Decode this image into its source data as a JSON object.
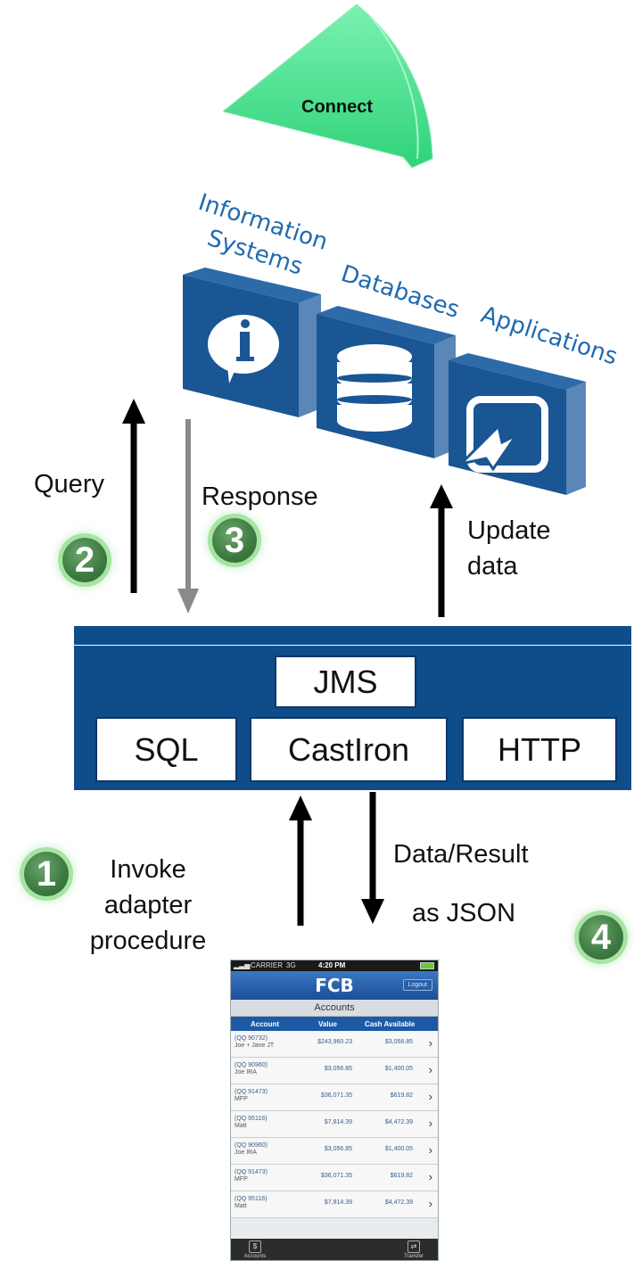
{
  "connect": {
    "label": "Connect"
  },
  "systems": {
    "info_line1": "Information",
    "info_line2": "Systems",
    "databases": "Databases",
    "applications": "Applications"
  },
  "arrows": {
    "query": "Query",
    "response": "Response",
    "update_line1": "Update",
    "update_line2": "data",
    "invoke_line1": "Invoke",
    "invoke_line2": "adapter",
    "invoke_line3": "procedure",
    "result_line1": "Data/Result",
    "result_line2": "as JSON"
  },
  "steps": {
    "s1": "1",
    "s2": "2",
    "s3": "3",
    "s4": "4"
  },
  "adapters": {
    "jms": "JMS",
    "sql": "SQL",
    "castiron": "CastIron",
    "http": "HTTP"
  },
  "colors": {
    "panel": "#0f4d8a",
    "cube": "#1a5594",
    "label_blue": "#1f6ab0",
    "connect_green": "#3fe08a",
    "step_green": "#3c7a40"
  },
  "phone": {
    "carrier": "CARRIER",
    "network": "3G",
    "time": "4:20 PM",
    "brand": "FCB",
    "logout": "Logout",
    "screen_title": "Accounts",
    "columns": {
      "account": "Account",
      "value": "Value",
      "cash": "Cash Available"
    },
    "rows": [
      {
        "account": "(QQ 90732)",
        "owner": "Joe + Jane JT",
        "value": "$243,960.23",
        "cash": "$3,056.85"
      },
      {
        "account": "(QQ 90960)",
        "owner": "Joe IRA",
        "value": "$3,056.85",
        "cash": "$1,400.05"
      },
      {
        "account": "(QQ 91473)",
        "owner": "MFP",
        "value": "$36,071.35",
        "cash": "$619.82"
      },
      {
        "account": "(QQ 95116)",
        "owner": "Matt",
        "value": "$7,814.39",
        "cash": "$4,472.39"
      },
      {
        "account": "(QQ 90960)",
        "owner": "Joe IRA",
        "value": "$3,056.85",
        "cash": "$1,400.05"
      },
      {
        "account": "(QQ 91473)",
        "owner": "MFP",
        "value": "$36,071.35",
        "cash": "$619.82"
      },
      {
        "account": "(QQ 95116)",
        "owner": "Matt",
        "value": "$7,814.39",
        "cash": "$4,472.39"
      }
    ],
    "tabs": {
      "accounts": "Accounts",
      "transfer": "Transfer"
    }
  }
}
